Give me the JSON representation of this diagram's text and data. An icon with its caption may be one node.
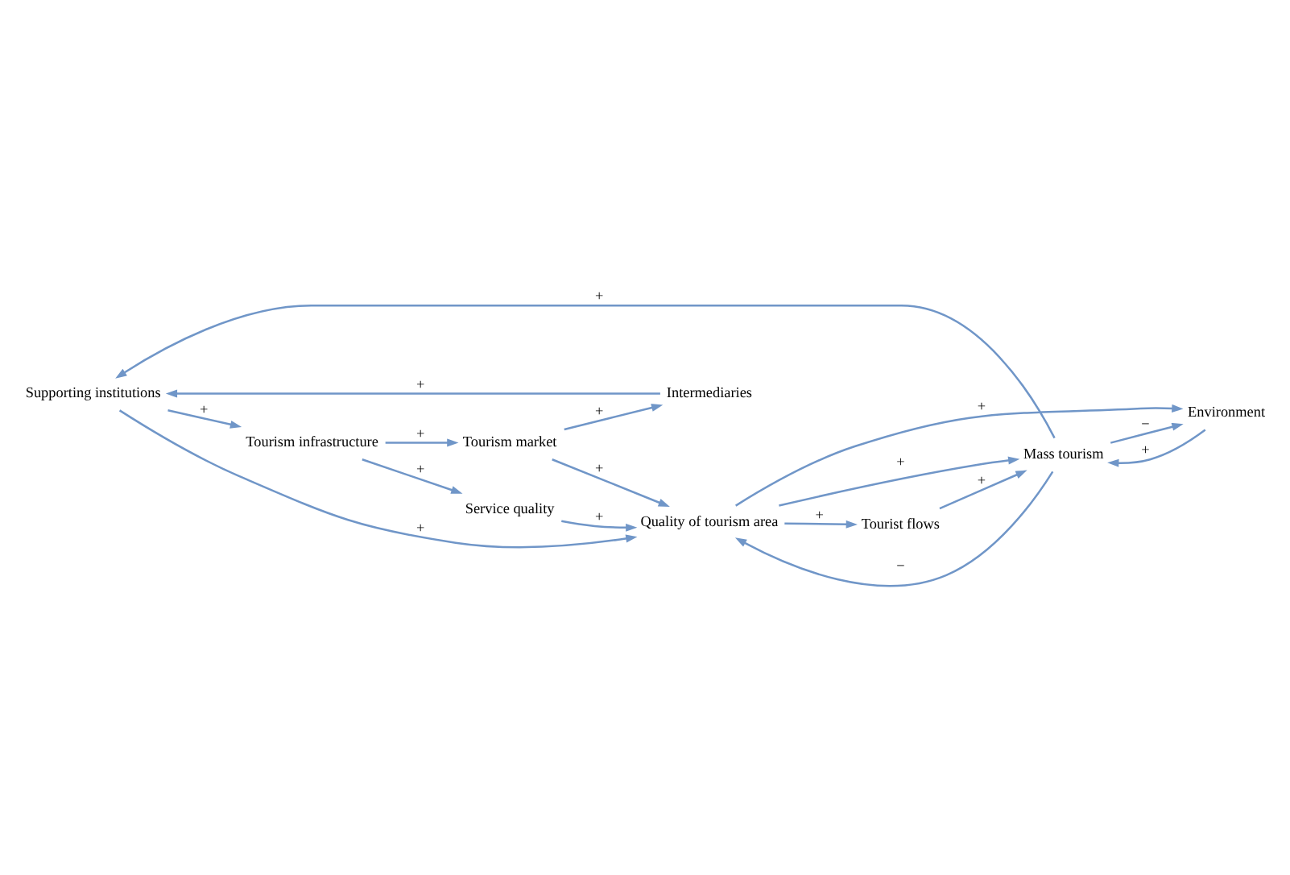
{
  "diagram": {
    "nodes": [
      {
        "text": [
          "Supporting institutions"
        ]
      },
      {
        "text": [
          "Intermediaries"
        ]
      },
      {
        "text": [
          "Tourist flows"
        ]
      },
      {
        "text": [
          "Environment"
        ]
      },
      {
        "text": [
          "Tourism market"
        ]
      },
      {
        "text": [
          "Mass tourism"
        ]
      },
      {
        "text": [
          "Tourism infrastructure"
        ]
      },
      {
        "text": [
          "Quality of tourism area"
        ]
      },
      {
        "text": [
          "Service quality"
        ]
      }
    ],
    "edges": [
      {
        "from": 1,
        "to": 0,
        "arrow": "to",
        "label": "+"
      },
      {
        "from": 0,
        "to": 6,
        "arrow": "to",
        "label": "+"
      },
      {
        "from": 4,
        "to": 1,
        "arrow": "to",
        "label": "+"
      },
      {
        "from": 6,
        "to": 4,
        "arrow": "to",
        "label": "+"
      },
      {
        "from": 0,
        "to": 7,
        "arrow": "to",
        "label": "+"
      },
      {
        "from": 5,
        "to": 0,
        "arrow": "to",
        "label": "+"
      },
      {
        "from": 2,
        "to": 5,
        "arrow": "to",
        "label": "+"
      },
      {
        "from": 7,
        "to": 2,
        "arrow": "to",
        "label": "+"
      },
      {
        "from": 5,
        "to": 3,
        "arrow": "to",
        "label": "−"
      },
      {
        "from": 3,
        "to": 5,
        "arrow": "to",
        "label": "+"
      },
      {
        "from": 4,
        "to": 7,
        "arrow": "to",
        "label": "+"
      },
      {
        "from": 5,
        "to": 7,
        "arrow": "to",
        "label": "−"
      },
      {
        "from": 7,
        "to": 5,
        "arrow": "to",
        "label": "+"
      },
      {
        "from": 7,
        "to": 3,
        "arrow": "to",
        "label": "+"
      },
      {
        "from": 6,
        "to": 8,
        "arrow": "to",
        "label": "+"
      },
      {
        "from": 8,
        "to": 7,
        "arrow": "to",
        "label": "+"
      }
    ]
  }
}
